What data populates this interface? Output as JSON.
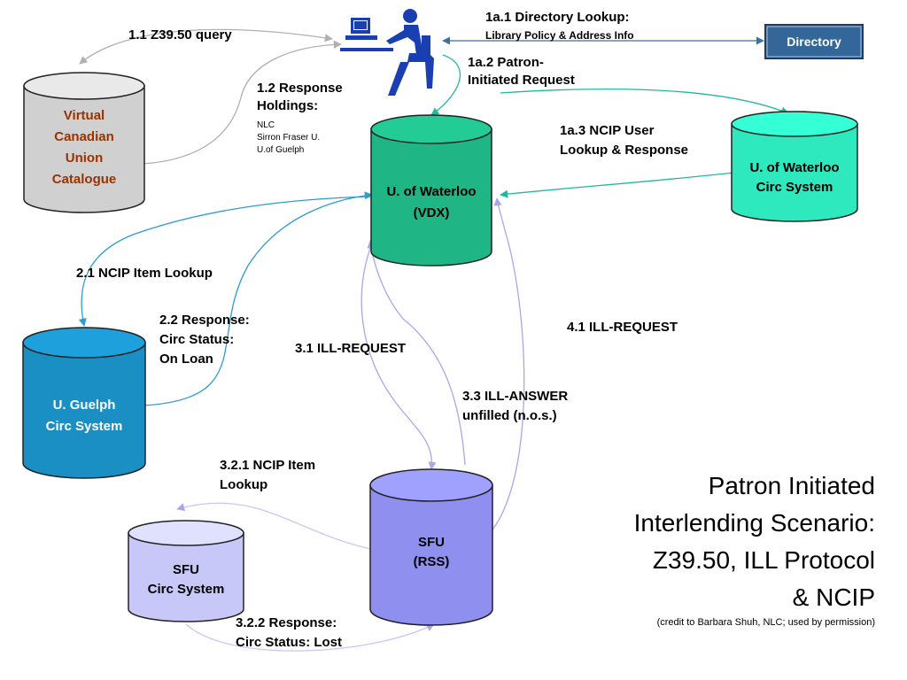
{
  "title": {
    "lines": [
      "Patron Initiated",
      "Interlending Scenario:",
      "Z39.50, ILL Protocol",
      "& NCIP"
    ],
    "credit": "(credit to Barbara Shuh, NLC; used by permission)"
  },
  "nodes": {
    "vcuc": {
      "lines": [
        "Virtual",
        "Canadian",
        "Union",
        "Catalogue"
      ],
      "color": "#d0d0d0",
      "text_color": "#993300"
    },
    "waterloo_vdx": {
      "lines": [
        "U. of Waterloo",
        "(VDX)"
      ],
      "color": "#1fb585",
      "text_color": "#000000"
    },
    "waterloo_circ": {
      "lines": [
        "U. of Waterloo",
        "Circ System"
      ],
      "color": "#2ee8be",
      "text_color": "#000000"
    },
    "guelph_circ": {
      "lines": [
        "U. Guelph",
        "Circ System"
      ],
      "color": "#1a8fc4",
      "text_color": "#ffffff"
    },
    "sfu_rss": {
      "lines": [
        "SFU",
        "(RSS)"
      ],
      "color": "#8f8ff0",
      "text_color": "#000000"
    },
    "sfu_circ": {
      "lines": [
        "SFU",
        "Circ System"
      ],
      "color": "#c8c8f8",
      "text_color": "#000000"
    },
    "directory": {
      "label": "Directory",
      "color": "#336699"
    },
    "patron": {
      "icon": "patron-workstation-icon",
      "color": "#1a3fb0"
    }
  },
  "edges": {
    "e1_1": {
      "lines": [
        "1.1  Z39.50 query"
      ]
    },
    "e1_2": {
      "lines": [
        "1.2  Response",
        "Holdings:"
      ],
      "details": [
        "NLC",
        "Sirron Fraser U.",
        "U.of Guelph"
      ]
    },
    "e1a_1": {
      "lines": [
        "1a.1  Directory Lookup:",
        "Library Policy & Address Info"
      ]
    },
    "e1a_2": {
      "lines": [
        "1a.2  Patron-",
        "Initiated Request"
      ]
    },
    "e1a_3": {
      "lines": [
        "1a.3  NCIP User",
        "Lookup & Response"
      ]
    },
    "e2_1": {
      "lines": [
        "2.1 NCIP Item Lookup"
      ]
    },
    "e2_2": {
      "lines": [
        "2.2  Response:",
        "Circ Status:",
        "On  Loan"
      ]
    },
    "e3_1": {
      "lines": [
        "3.1 ILL-REQUEST"
      ]
    },
    "e3_3": {
      "lines": [
        "3.3 ILL-ANSWER",
        "unfilled (n.o.s.)"
      ]
    },
    "e4_1": {
      "lines": [
        "4.1 ILL-REQUEST"
      ]
    },
    "e3_2_1": {
      "lines": [
        "3.2.1 NCIP Item",
        "Lookup"
      ]
    },
    "e3_2_2": {
      "lines": [
        "3.2.2 Response:",
        "Circ Status: Lost"
      ]
    }
  },
  "colors": {
    "gray_arrow": "#b0b0b0",
    "teal_arrow": "#22b8a0",
    "blue_arrow": "#2e9ccc",
    "lavender_arrow": "#a8a8e8",
    "dir_arrow": "#4070a0"
  }
}
